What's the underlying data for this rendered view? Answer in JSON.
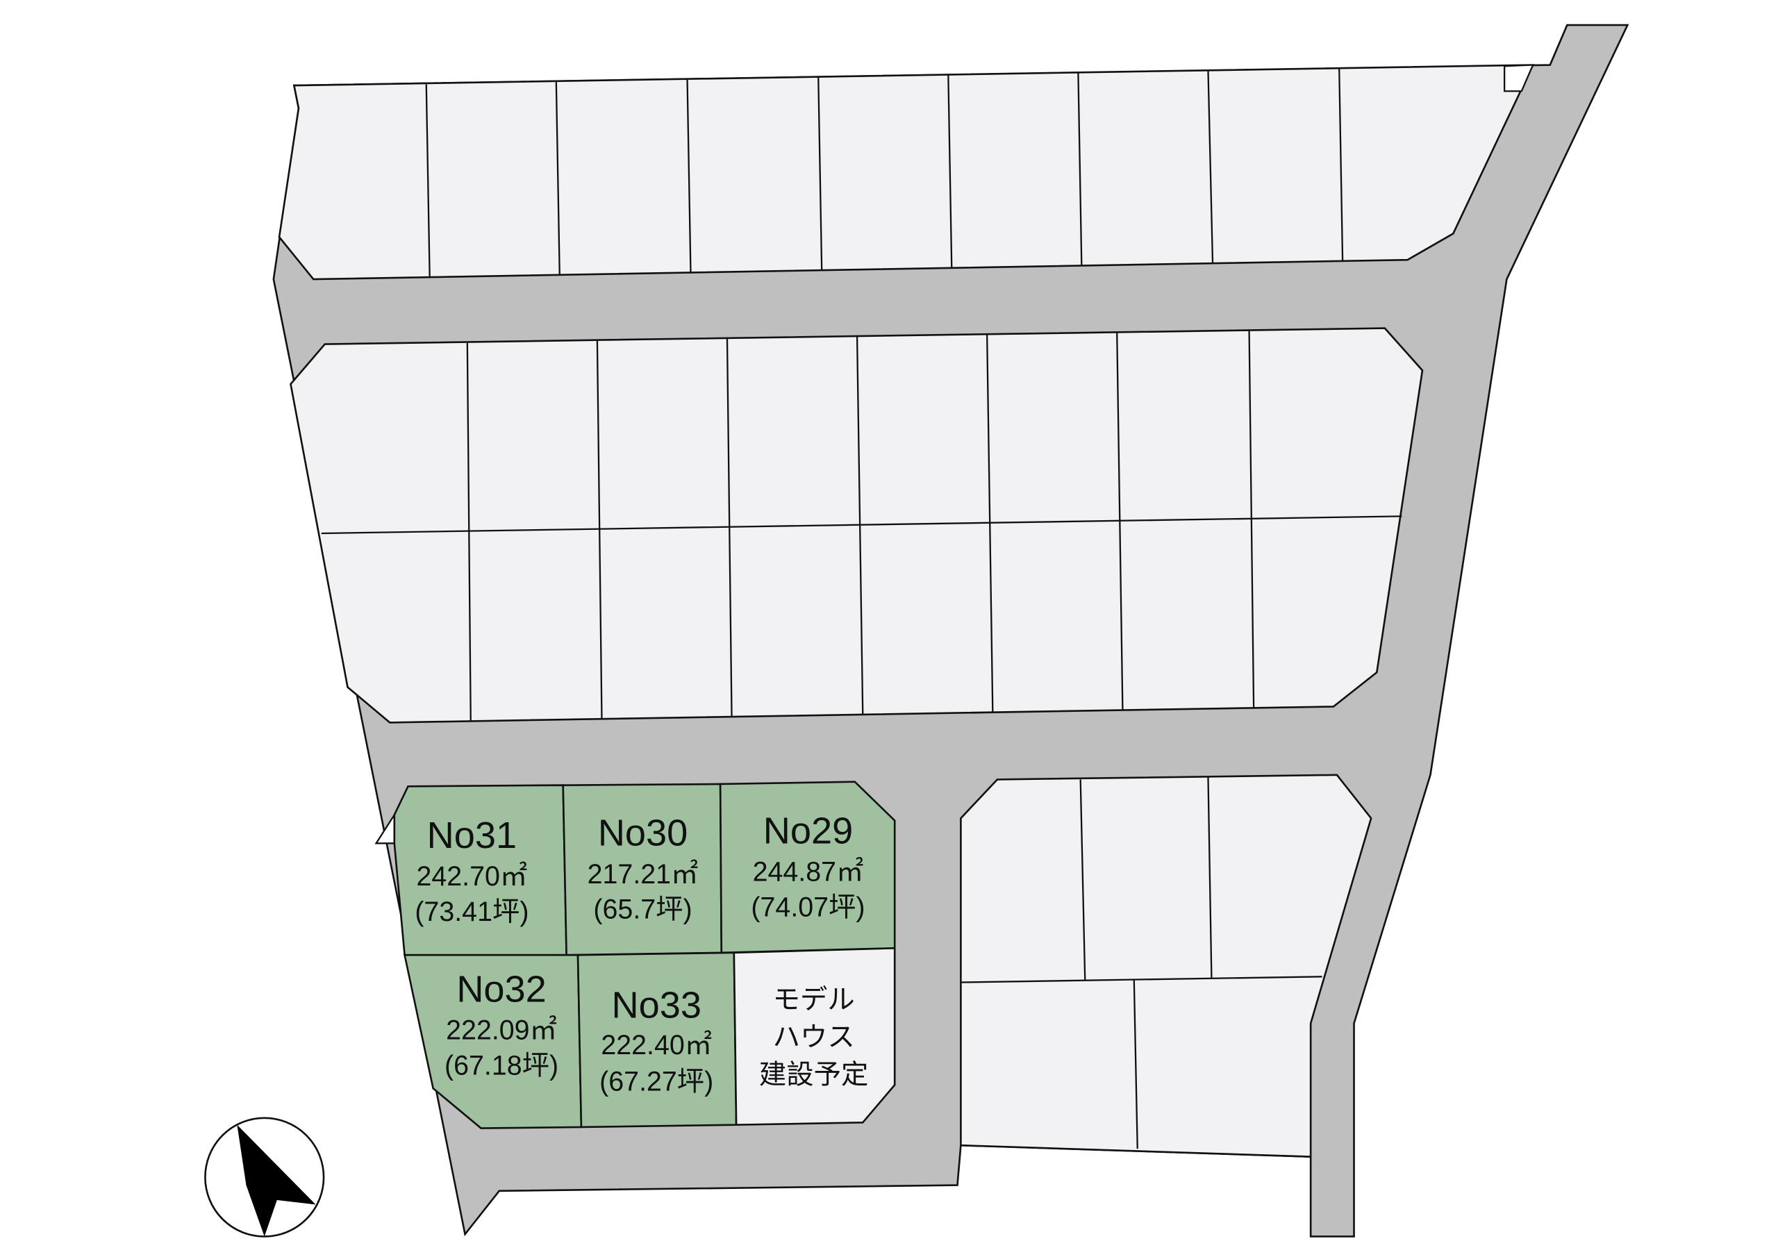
{
  "colors": {
    "road": "#bfbfbf",
    "lot": "#f2f2f4",
    "available": "#9fc19f",
    "outline": "#111111"
  },
  "lots": [
    {
      "no": "No31",
      "area_m2": "242.70㎡",
      "area_tsubo": "(73.41坪)",
      "status": "available"
    },
    {
      "no": "No30",
      "area_m2": "217.21㎡",
      "area_tsubo": "(65.7坪)",
      "status": "available"
    },
    {
      "no": "No29",
      "area_m2": "244.87㎡",
      "area_tsubo": "(74.07坪)",
      "status": "available"
    },
    {
      "no": "No32",
      "area_m2": "222.09㎡",
      "area_tsubo": "(67.18坪)",
      "status": "available"
    },
    {
      "no": "No33",
      "area_m2": "222.40㎡",
      "area_tsubo": "(67.27坪)",
      "status": "available"
    }
  ],
  "model_house": {
    "line1": "モデル",
    "line2": "ハウス",
    "line3": "建設予定"
  },
  "compass": {
    "icon": "north-arrow-icon"
  }
}
